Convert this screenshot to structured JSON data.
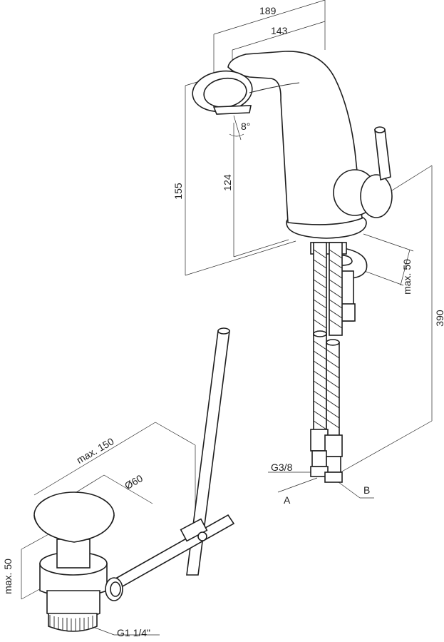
{
  "dimensions": {
    "overall_width": "189",
    "spout_reach": "143",
    "spout_angle": "8°",
    "spout_height": "124",
    "total_height": "155",
    "max_deck_thickness": "max. 50",
    "hose_length": "390",
    "connection_thread": "G3/8",
    "hose_a": "A",
    "hose_b": "B",
    "waste_rod_reach": "max. 150",
    "plug_diameter": "Ø60",
    "waste_max_thickness": "max. 50",
    "waste_thread": "G1 1/4\""
  },
  "colors": {
    "line": "#1e1e1e",
    "background": "#ffffff"
  }
}
